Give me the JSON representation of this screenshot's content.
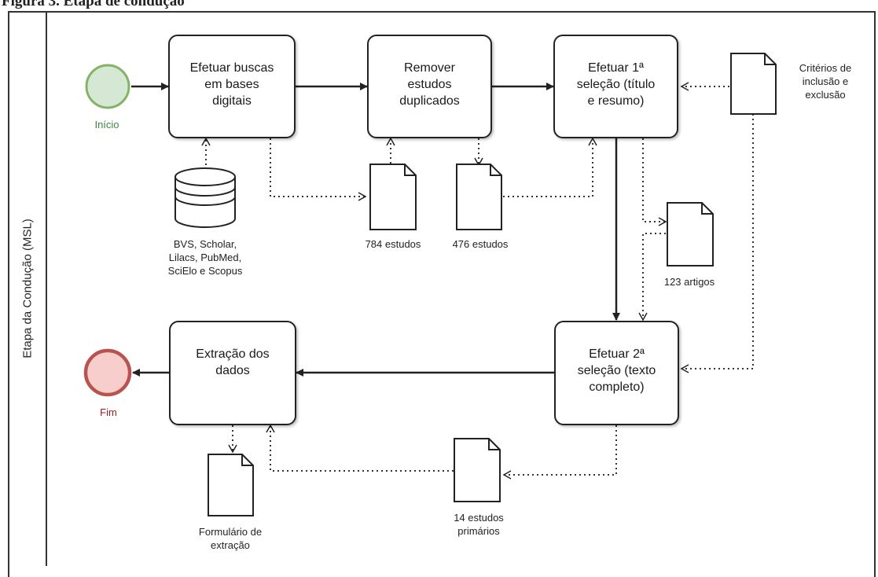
{
  "caption": "Figura 3. Etapa de condução",
  "lane": {
    "label": "Etapa da Condução (MSL)"
  },
  "events": {
    "start": {
      "label": "Início"
    },
    "end": {
      "label": "Fim"
    }
  },
  "tasks": {
    "search": "Efetuar buscas\nem bases\ndigitais",
    "dedupe": "Remover\nestudos\nduplicados",
    "first_selection": "Efetuar 1ª\nseleção (título\ne resumo)",
    "second_selection": "Efetuar 2ª\nseleção (texto\ncompleto)",
    "extraction": "Extração dos\ndados"
  },
  "artifacts": {
    "databases": "BVS, Scholar,\nLilacs, PubMed,\nSciElo e Scopus",
    "doc_784": "784 estudos",
    "doc_476": "476 estudos",
    "doc_123": "123 artigos",
    "criteria": "Critérios de\ninclusão e\nexclusão",
    "doc_14": "14 estudos\nprimários",
    "form": "Formulário de\nextração"
  },
  "colors": {
    "start_fill": "#d5e8d4",
    "start_stroke": "#82b366",
    "end_fill": "#f8cecc",
    "end_stroke": "#b85450",
    "line": "#222222"
  }
}
